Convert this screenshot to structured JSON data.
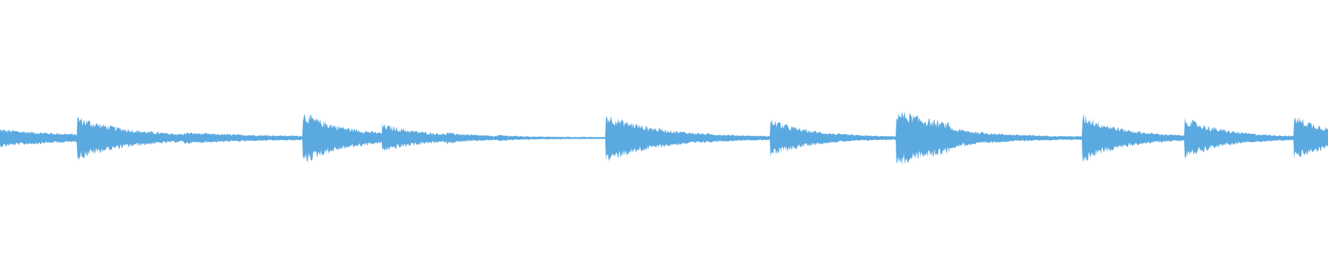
{
  "waveform": {
    "color": "#5aa9e0",
    "baseline_amplitude": 0.004,
    "onsets": [
      {
        "t": 0.0,
        "peak": 0.07,
        "decay": 0.055,
        "tail": 0.012
      },
      {
        "t": 0.058,
        "peak": 0.17,
        "decay": 0.04,
        "tail": 0.01
      },
      {
        "t": 0.139,
        "peak": 0.045,
        "decay": 0.06,
        "tail": 0.01
      },
      {
        "t": 0.228,
        "peak": 0.2,
        "decay": 0.035,
        "tail": 0.008
      },
      {
        "t": 0.288,
        "peak": 0.11,
        "decay": 0.03,
        "tail": 0.014
      },
      {
        "t": 0.336,
        "peak": 0.045,
        "decay": 0.025,
        "tail": 0.01
      },
      {
        "t": 0.375,
        "peak": 0.025,
        "decay": 0.02,
        "tail": 0.008
      },
      {
        "t": 0.456,
        "peak": 0.19,
        "decay": 0.04,
        "tail": 0.008
      },
      {
        "t": 0.58,
        "peak": 0.15,
        "decay": 0.03,
        "tail": 0.008
      },
      {
        "t": 0.675,
        "peak": 0.22,
        "decay": 0.055,
        "tail": 0.012
      },
      {
        "t": 0.716,
        "peak": 0.08,
        "decay": 0.035,
        "tail": 0.01
      },
      {
        "t": 0.815,
        "peak": 0.19,
        "decay": 0.03,
        "tail": 0.008
      },
      {
        "t": 0.892,
        "peak": 0.16,
        "decay": 0.03,
        "tail": 0.008
      },
      {
        "t": 0.974,
        "peak": 0.18,
        "decay": 0.03,
        "tail": 0.012
      }
    ]
  }
}
